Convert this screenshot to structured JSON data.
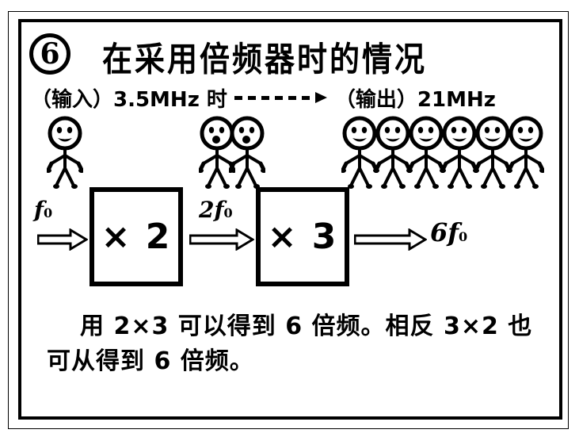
{
  "figure": {
    "number": "6",
    "title": "在采用倍频器时的情况",
    "frequency_line": {
      "input_label": "（输入）3.5MHz 时",
      "arrow": "dashed-right-arrow",
      "output_label": "（输出）21MHz",
      "input_text": "（输入）",
      "input_value": "3.5MHz 时",
      "output_text": "（输出）",
      "output_value": "21MHz"
    }
  },
  "people": {
    "groups": [
      {
        "name": "input-person-group",
        "count": 1,
        "meaning": "1× f0"
      },
      {
        "name": "doubled-person-group",
        "count": 2,
        "meaning": "2× f0"
      },
      {
        "name": "sextupled-person-group",
        "count": 6,
        "meaning": "6× f0"
      }
    ]
  },
  "diagram": {
    "input_label": "f",
    "input_sub": "0",
    "block1": "× 2",
    "mid_label": "2f",
    "mid_sub": "0",
    "block2": "× 3",
    "output_label": "6f",
    "output_sub": "0"
  },
  "caption": {
    "line1": "用 2×3 可以得到 6 倍频。相反 3×2 也",
    "line2": "可从得到 6 倍频。"
  },
  "colors": {
    "ink": "#000000",
    "paper": "#ffffff"
  }
}
